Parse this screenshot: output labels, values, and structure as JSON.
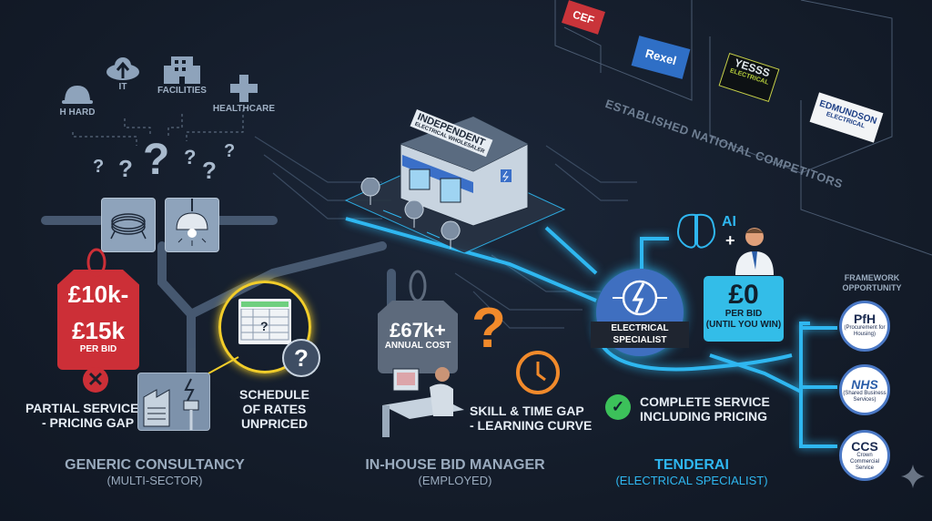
{
  "sectors": {
    "items": [
      {
        "label": "H HARD",
        "icon": "hard-hat-icon"
      },
      {
        "label": "IT",
        "icon": "cloud-upload-icon"
      },
      {
        "label": "FACILITIES",
        "icon": "building-icon"
      },
      {
        "label": "HEALTHCARE",
        "icon": "medical-cross-icon"
      }
    ],
    "question_mark": "?"
  },
  "center": {
    "shop_sign_title": "INDEPENDENT",
    "shop_sign_subtitle": "ELECTRICAL WHOLESALER"
  },
  "competitors": {
    "label": "ESTABLISHED NATIONAL COMPETITORS",
    "logos": [
      {
        "name": "CEF"
      },
      {
        "name": "Rexel"
      },
      {
        "name": "YESSS",
        "sub": "ELECTRICAL"
      },
      {
        "name": "EDMUNDSON",
        "sub": "ELECTRICAL"
      }
    ]
  },
  "consultancy": {
    "price_line1": "£10k-",
    "price_line2": "£15k",
    "price_unit": "PER BID",
    "status_icon": "✕",
    "gap_line1": "PARTIAL SERVICE",
    "gap_line2": "- PRICING GAP",
    "schedule_line1": "SCHEDULE",
    "schedule_line2": "OF RATES",
    "schedule_line3": "UNPRICED",
    "title": "GENERIC CONSULTANCY",
    "subtitle": "(MULTI-SECTOR)"
  },
  "inhouse": {
    "price": "£67k+",
    "price_unit": "ANNUAL COST",
    "gap_line1": "SKILL & TIME GAP",
    "gap_line2": "- LEARNING CURVE",
    "title": "IN-HOUSE BID MANAGER",
    "subtitle": "(EMPLOYED)"
  },
  "tenderai": {
    "ai_label": "AI",
    "plus": "+",
    "badge_line1": "ELECTRICAL",
    "badge_line2": "SPECIALIST",
    "price": "£0",
    "price_unit": "PER BID",
    "price_note": "(UNTIL YOU WIN)",
    "status_icon": "✓",
    "benefit_line1": "COMPLETE SERVICE",
    "benefit_line2": "INCLUDING PRICING",
    "title": "TENDERAI",
    "subtitle": "(ELECTRICAL SPECIALIST)",
    "accent": "#2fb7f0"
  },
  "frameworks": {
    "header_line1": "FRAMEWORK",
    "header_line2": "OPPORTUNITY",
    "items": [
      {
        "abbr": "PfH",
        "name": "(Procurement for Housing)"
      },
      {
        "abbr": "NHS",
        "name": "(Shared Business Services)"
      },
      {
        "abbr": "CCS",
        "name": "Crown Commercial Service"
      }
    ]
  }
}
